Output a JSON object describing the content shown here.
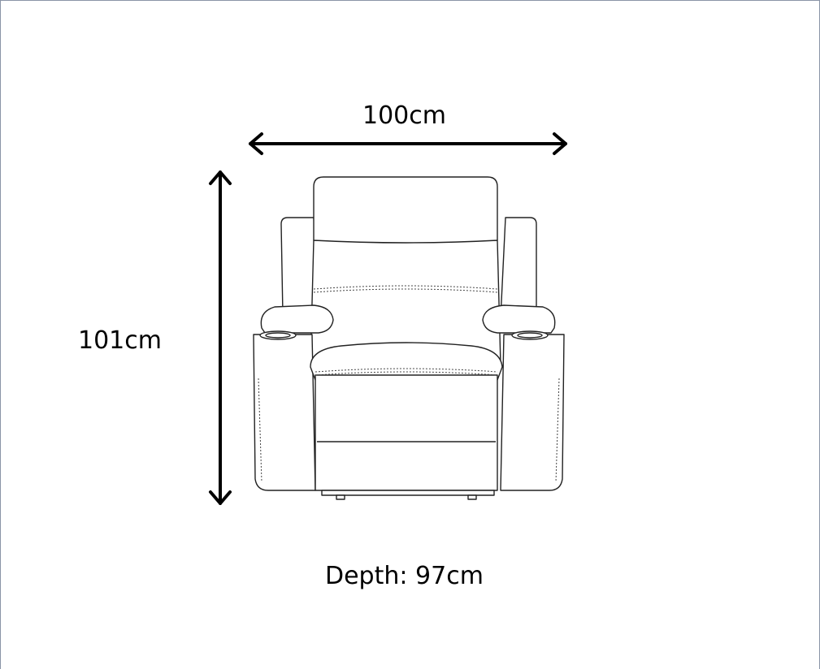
{
  "dimensions": {
    "width_label": "100cm",
    "height_label": "101cm",
    "depth_label": "Depth: 97cm"
  },
  "colors": {
    "line": "#000000",
    "frame": "#8a94a6",
    "background": "#ffffff"
  }
}
